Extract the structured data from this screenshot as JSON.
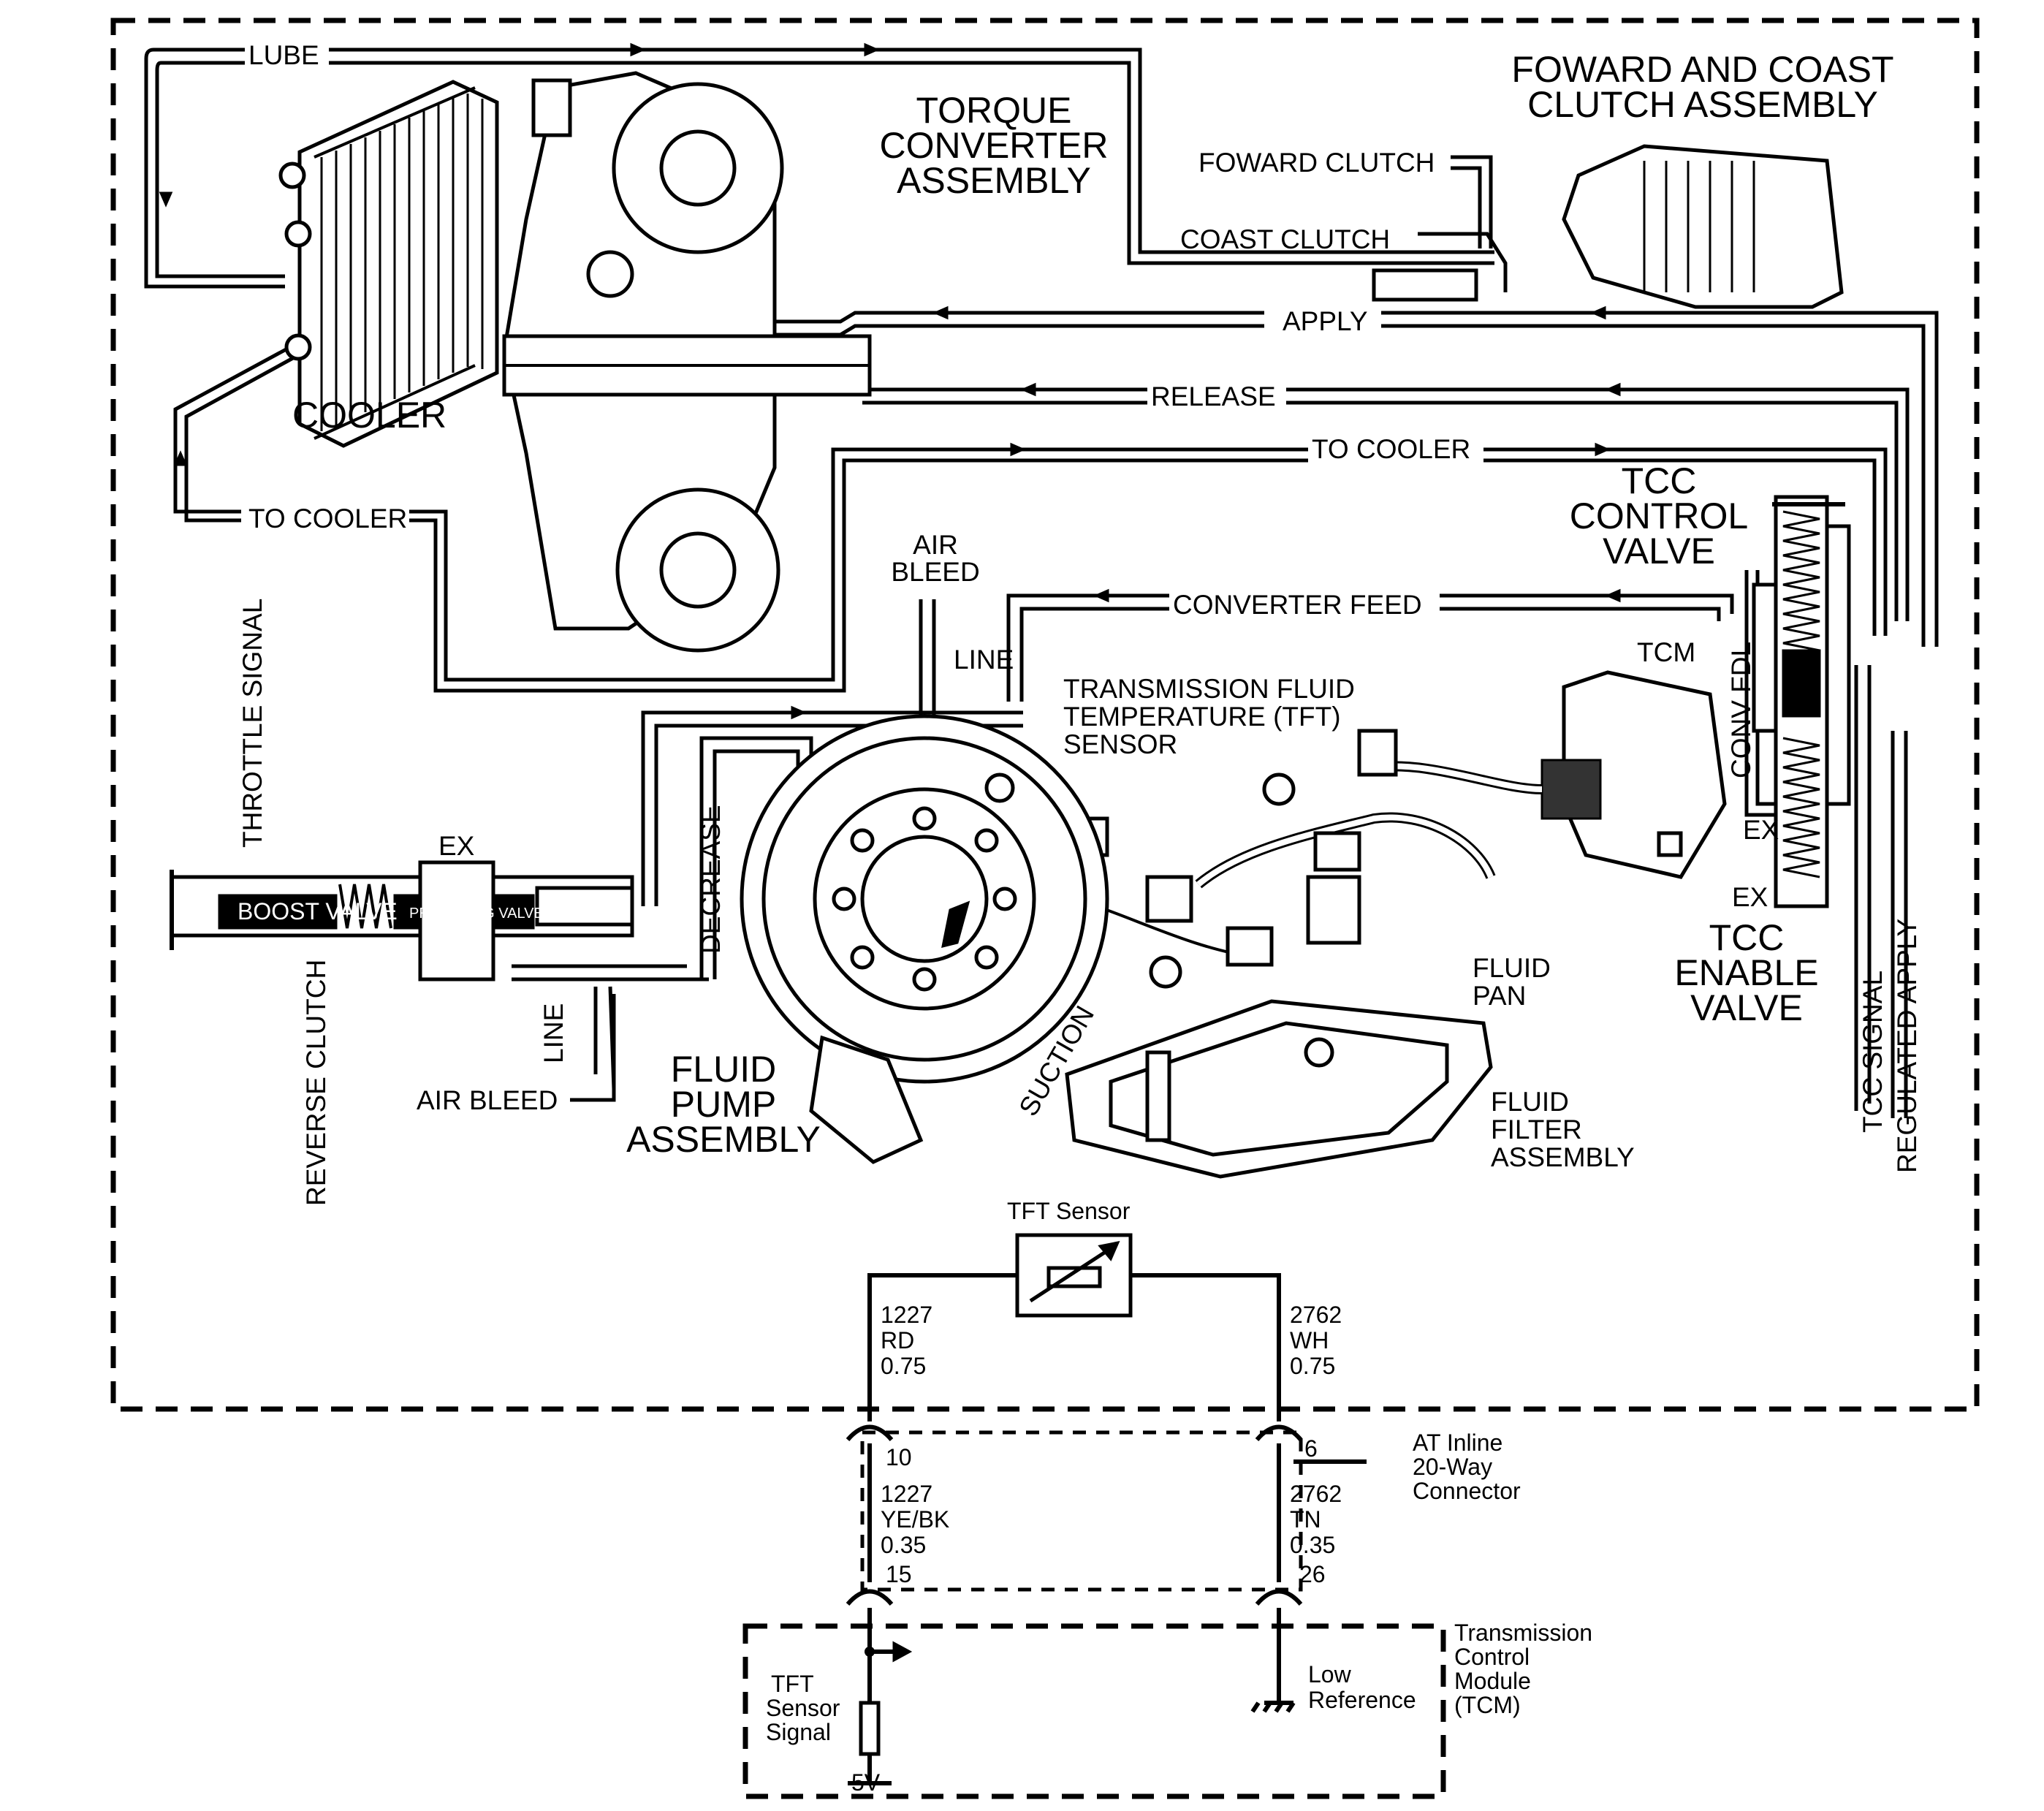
{
  "hydraulic": {
    "lube": "LUBE",
    "cooler": "COOLER",
    "to_cooler_left": "TO COOLER",
    "torque_converter": [
      "TORQUE",
      "CONVERTER",
      "ASSEMBLY"
    ],
    "forward_coast_clutch": [
      "FOWARD AND COAST",
      "CLUTCH ASSEMBLY"
    ],
    "forward_clutch": "FOWARD CLUTCH",
    "coast_clutch": "COAST CLUTCH",
    "apply": "APPLY",
    "release": "RELEASE",
    "to_cooler_right": "TO COOLER",
    "tcc_control_valve": [
      "TCC",
      "CONTROL",
      "VALVE"
    ],
    "air_bleed_top": [
      "AIR",
      "BLEED"
    ],
    "converter_feed": "CONVERTER FEED",
    "line_top": "LINE",
    "tcm": "TCM",
    "tft_sensor": [
      "TRANSMISSION FLUID",
      "TEMPERATURE (TFT)",
      "SENSOR"
    ],
    "throttle_signal": "THROTTLE SIGNAL",
    "ex_left": "EX",
    "boost_valve": "BOOST VALVE",
    "press_reg_valve": "PRESS REG VALVE",
    "decrease": "DECREASE",
    "conv_fdl": "CONV FDL",
    "ex_right_1": "EX",
    "ex_right_2": "EX",
    "tcc_enable_valve": [
      "TCC",
      "ENABLE",
      "VALVE"
    ],
    "reverse_clutch": "REVERSE CLUTCH",
    "line_bottom": "LINE",
    "air_bleed_bottom": "AIR BLEED",
    "fluid_pump": [
      "FLUID",
      "PUMP",
      "ASSEMBLY"
    ],
    "suction": "SUCTION",
    "fluid_pan": [
      "FLUID",
      "PAN"
    ],
    "fluid_filter": [
      "FLUID",
      "FILTER",
      "ASSEMBLY"
    ],
    "tcc_signal": "TCC SIGNAL",
    "regulated_apply": "REGULATED APPLY"
  },
  "electrical": {
    "tft_sensor_box": "TFT Sensor",
    "wire_left_top": [
      "1227",
      "RD",
      "0.75"
    ],
    "wire_right_top": [
      "2762",
      "WH",
      "0.75"
    ],
    "pin_10": "10",
    "pin_6": "6",
    "connector": [
      "AT Inline",
      "20-Way",
      "Connector"
    ],
    "wire_left_bottom": [
      "1227",
      "YE/BK",
      "0.35"
    ],
    "wire_right_bottom": [
      "2762",
      "TN",
      "0.35"
    ],
    "pin_15": "15",
    "pin_26": "26",
    "tcm_module": [
      "Transmission",
      "Control",
      "Module",
      "(TCM)"
    ],
    "tft_signal": [
      "TFT",
      "Sensor",
      "Signal"
    ],
    "low_reference": [
      "Low",
      "Reference"
    ],
    "five_v": "5V"
  }
}
